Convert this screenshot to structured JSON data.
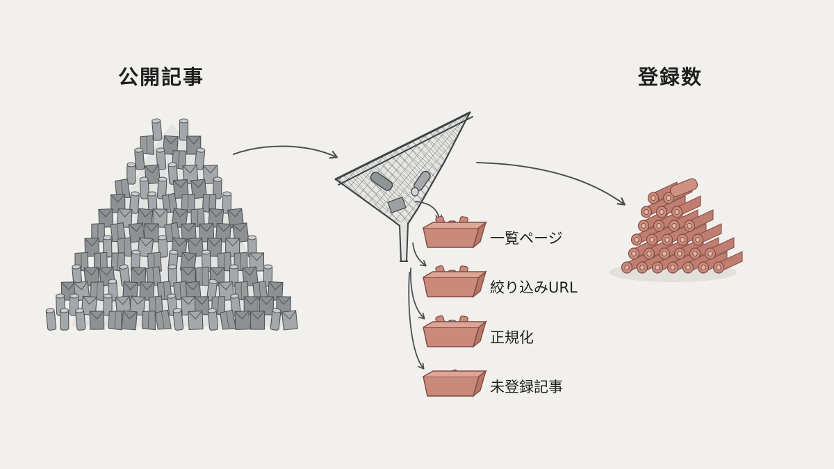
{
  "headings": {
    "source": "公開記事",
    "result": "登録数"
  },
  "filter_bins": [
    {
      "label": "一覧ページ",
      "contents": "scrolls"
    },
    {
      "label": "絞り込みURL",
      "contents": "scrolls"
    },
    {
      "label": "正規化",
      "contents": "mixed"
    },
    {
      "label": "未登録記事",
      "contents": "envelopes"
    }
  ],
  "colors": {
    "background": "#f1f0ec",
    "gray_item": "#9a9ea1",
    "gray_dark": "#4f5457",
    "terracotta": "#c9897b",
    "terracotta_dark": "#7e4c43",
    "arrow": "#4a4f52",
    "text": "#1f1f1f"
  },
  "icons": {
    "source_pile": "gray-document-pile",
    "filter": "mesh-funnel-sieve",
    "bin": "open-box",
    "result_pile": "rolled-scroll-stack"
  }
}
